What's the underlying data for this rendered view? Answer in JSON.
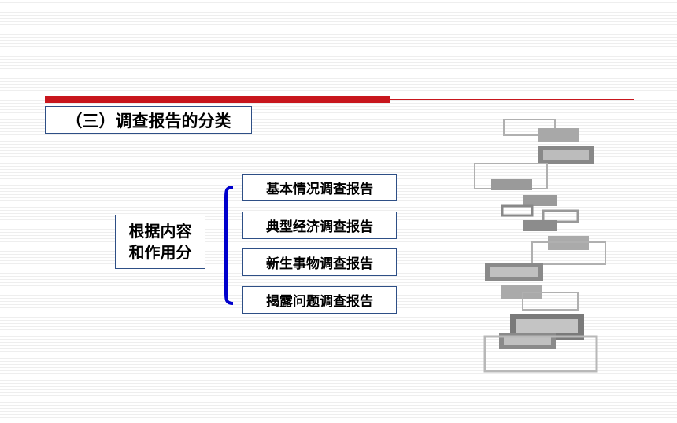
{
  "title": "（三）调查报告的分类",
  "category": {
    "line1": "根据内容",
    "line2": "和作用分"
  },
  "items": [
    {
      "label": "基本情况调查报告"
    },
    {
      "label": "典型经济调查报告"
    },
    {
      "label": "新生事物调查报告"
    },
    {
      "label": "揭露问题调查报告"
    }
  ],
  "colors": {
    "accent_red": "#c8161d",
    "border_blue": "#2e4f86",
    "brace_blue": "#0000cc"
  }
}
